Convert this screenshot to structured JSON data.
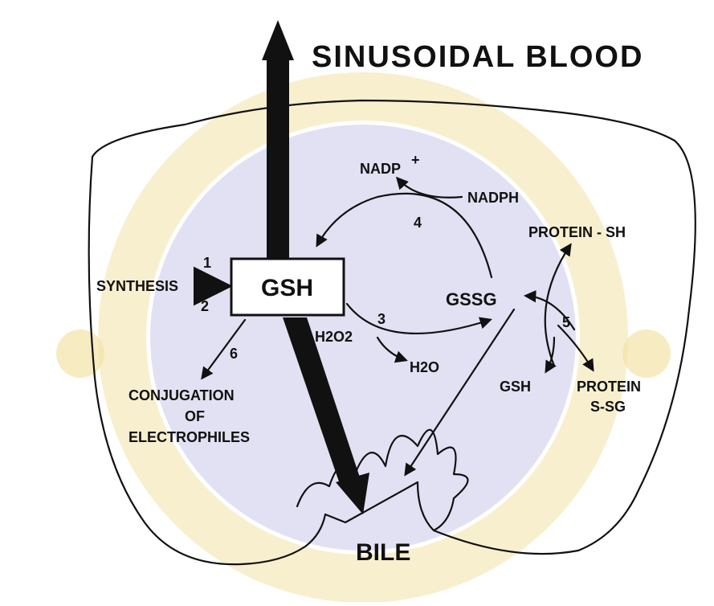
{
  "diagram": {
    "top_label": "SINUSOIDAL BLOOD",
    "bottom_label": "BILE",
    "gsh_box": "GSH",
    "gssg": "GSSG",
    "synthesis": "SYNTHESIS",
    "nadp_plus": "NADP",
    "nadp_plus_sup": "+",
    "nadph": "NADPH",
    "h2o2": "H2O2",
    "h2o": "H2O",
    "protein_sh": "PROTEIN - SH",
    "gsh_right": "GSH",
    "protein_ssg_line1": "PROTEIN",
    "protein_ssg_line2": "S-SG",
    "conjugation_line1": "CONJUGATION",
    "conjugation_line2": "OF",
    "conjugation_line3": "ELECTROPHILES",
    "step_numbers": [
      "1",
      "2",
      "3",
      "4",
      "5",
      "6"
    ]
  },
  "colors": {
    "ink": "#111111",
    "watermark_blue": "#c9c9ea",
    "watermark_gold": "#f3e2a6",
    "background": "#ffffff"
  }
}
